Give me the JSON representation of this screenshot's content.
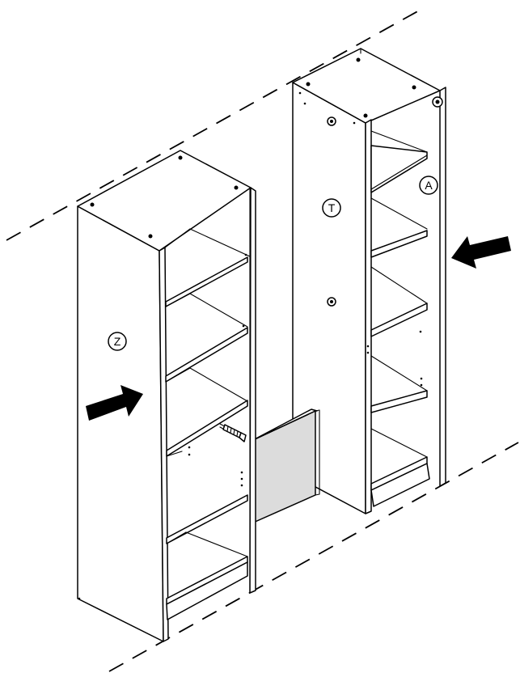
{
  "labels": {
    "left_cabinet": "Z",
    "right_cabinet": "T",
    "right_side_panel": "A"
  },
  "colors": {
    "line": "#000000",
    "panel_fill": "#ffffff",
    "back_panel_fill": "#dcdcdc"
  },
  "icons": [
    "arrow-icon",
    "connector-screw-icon",
    "cam-lock-icon"
  ]
}
